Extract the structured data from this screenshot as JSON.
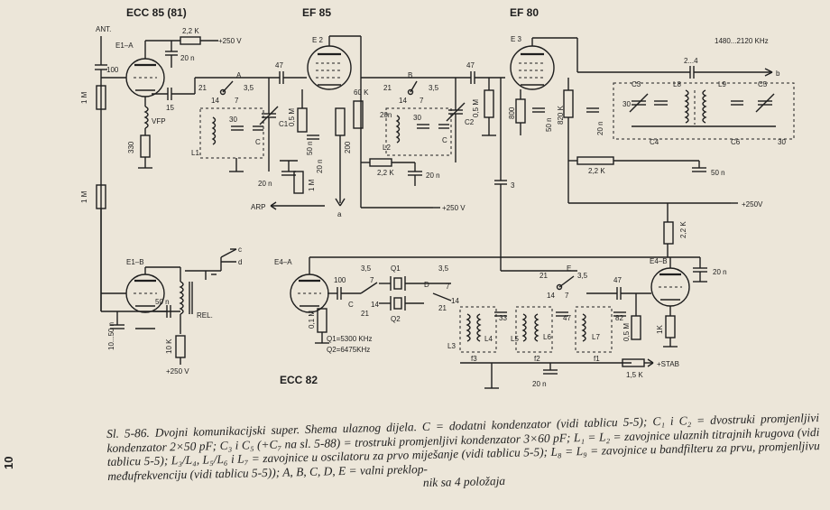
{
  "tubes": {
    "t1": "ECC 85 (81)",
    "t2": "EF 85",
    "t3": "EF 80",
    "t4": "ECC 82"
  },
  "labels": {
    "ant": "ANT.",
    "e1a": "E1–A",
    "e1b": "E1–B",
    "e2": "E 2",
    "e3": "E 3",
    "e4a": "E4–A",
    "e4b": "E4–B",
    "vfp": "VFP",
    "rel": "REL.",
    "arp": "ARP",
    "freq_range": "1480...2120 KHz",
    "q1": "Q1",
    "q2": "Q2",
    "q1f": "Q1=5300 KHz",
    "q2f": "Q2=6475KHz",
    "stab": "+STAB",
    "v250": "+250 V",
    "v250b": "+250 V",
    "v250c": "+250V",
    "v250d": "+250 V",
    "v250e": "+250V",
    "sw_a": "A",
    "sw_b": "B",
    "sw_c": "C",
    "sw_d": "D",
    "sw_e": "E",
    "out_a": "a",
    "out_b": "b",
    "out_c": "c",
    "out_d": "d",
    "c1": "C1",
    "c2": "C2",
    "c3": "C3",
    "c4": "C4",
    "c5": "C5",
    "c6": "C6",
    "c": "C",
    "l1": "L1",
    "l2": "L2",
    "l3": "L3",
    "l4": "L4",
    "l5": "L5",
    "l6": "L6",
    "l7": "L7",
    "l8": "L8",
    "l9": "L9",
    "f1": "f1",
    "f2": "f2",
    "f3": "f3",
    "r_2k2a": "2,2 K",
    "r_1m_a": "1 M",
    "r_330": "330",
    "r_1m_b": "1 M",
    "r_10k": "10 K",
    "r_05m_a": "0,5 M",
    "r_60k": "60 K",
    "r_200": "200",
    "r_1m_c": "1 M",
    "r_2k2b": "2,2 K",
    "r_05m_b": "0,5 M",
    "r_800": "800",
    "r_820k": "820 K",
    "r_2k2c": "2,2 K",
    "r_2k2d": "2,2 K",
    "r_01m": "0,1 M",
    "r_05m_c": "0,5 M",
    "r_1k": "1K",
    "r_15k": "1,5 K",
    "c_100a": "100",
    "c_20n_a": "20 n",
    "c_15": "15",
    "c_47a": "47",
    "c_50n_a": "50 n",
    "c_20n_b": "20 n",
    "c_30a": "30",
    "c_20n_c": "20 n",
    "c_20n_d": "20n",
    "c_47b": "47",
    "c_20n_e": "20 n",
    "c_20n_f": "20 n",
    "c_3": "3",
    "c_50n_b": "50 n",
    "c_20n_g": "20 n",
    "c_30b": "30",
    "c_24": "2...4",
    "c_30c": "30",
    "c_30d": "30",
    "c_50n_c": "50 n",
    "c_20n_h": "20 n",
    "c_10_50n": "10...50 n",
    "c_50n_d": "50 n",
    "c_100b": "100",
    "c_33": "33",
    "c_47c": "47",
    "c_82": "82",
    "c_47d": "47",
    "c_20n_i": "20 n",
    "c_20n_j": "20 n",
    "sw_n21": "21",
    "sw_n14": "14",
    "sw_n7": "7",
    "sw_n35": "3,5"
  },
  "caption": {
    "line1": "Sl. 5-86. Dvojni komunikacijski super. Shema ulaznog dijela. C = dodatni kondenzator (vidi tablicu",
    "line2": "5-5); C₁ i C₂ = dvostruki promjenljivi kondenzator 2×50 pF; C₃ i C₅ (+C₇ na sl. 5-88) = trostruki",
    "line3": "promjenljivi kondenzator 3×60 pF; L₁ = L₂ = zavojnice ulaznih titrajnih krugova (vidi tablicu 5-5);",
    "line4": "L₃/L₄, L₅/L₆ i L₇ = zavojnice u oscilatoru za prvo miješanje (vidi tablicu 5-5); L₈ = L₉ = zavojnice u",
    "line5": "bandfilteru za prvu, promjenljivu međufrekvenciju (vidi tablicu 5-5)); A, B, C, D, E = valni preklop-",
    "line6": "nik sa 4 položaja"
  },
  "page_number": "10"
}
